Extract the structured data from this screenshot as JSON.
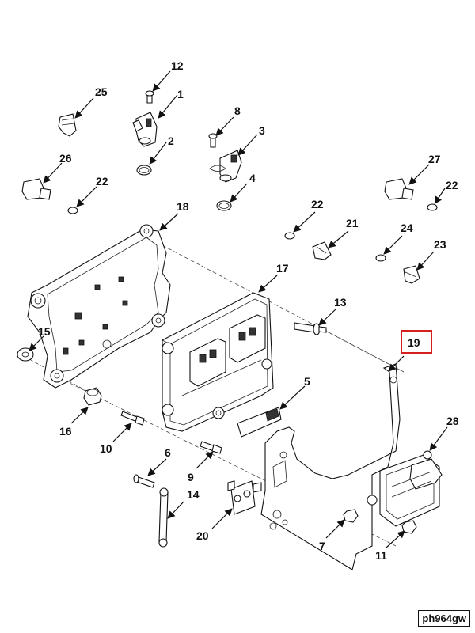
{
  "diagram": {
    "image_id": "ph964gw",
    "highlighted_callout": "19",
    "callouts": [
      {
        "id": "c1",
        "label": "1"
      },
      {
        "id": "c2",
        "label": "2"
      },
      {
        "id": "c3",
        "label": "3"
      },
      {
        "id": "c4",
        "label": "4"
      },
      {
        "id": "c5",
        "label": "5"
      },
      {
        "id": "c6",
        "label": "6"
      },
      {
        "id": "c7",
        "label": "7"
      },
      {
        "id": "c8",
        "label": "8"
      },
      {
        "id": "c9",
        "label": "9"
      },
      {
        "id": "c10",
        "label": "10"
      },
      {
        "id": "c11",
        "label": "11"
      },
      {
        "id": "c12",
        "label": "12"
      },
      {
        "id": "c13",
        "label": "13"
      },
      {
        "id": "c14",
        "label": "14"
      },
      {
        "id": "c15",
        "label": "15"
      },
      {
        "id": "c16",
        "label": "16"
      },
      {
        "id": "c17",
        "label": "17"
      },
      {
        "id": "c18",
        "label": "18"
      },
      {
        "id": "c19",
        "label": "19"
      },
      {
        "id": "c20",
        "label": "20"
      },
      {
        "id": "c21",
        "label": "21"
      },
      {
        "id": "c22a",
        "label": "22"
      },
      {
        "id": "c22b",
        "label": "22"
      },
      {
        "id": "c22c",
        "label": "22"
      },
      {
        "id": "c23",
        "label": "23"
      },
      {
        "id": "c24",
        "label": "24"
      },
      {
        "id": "c25",
        "label": "25"
      },
      {
        "id": "c26",
        "label": "26"
      },
      {
        "id": "c27",
        "label": "27"
      },
      {
        "id": "c28",
        "label": "28"
      }
    ]
  }
}
